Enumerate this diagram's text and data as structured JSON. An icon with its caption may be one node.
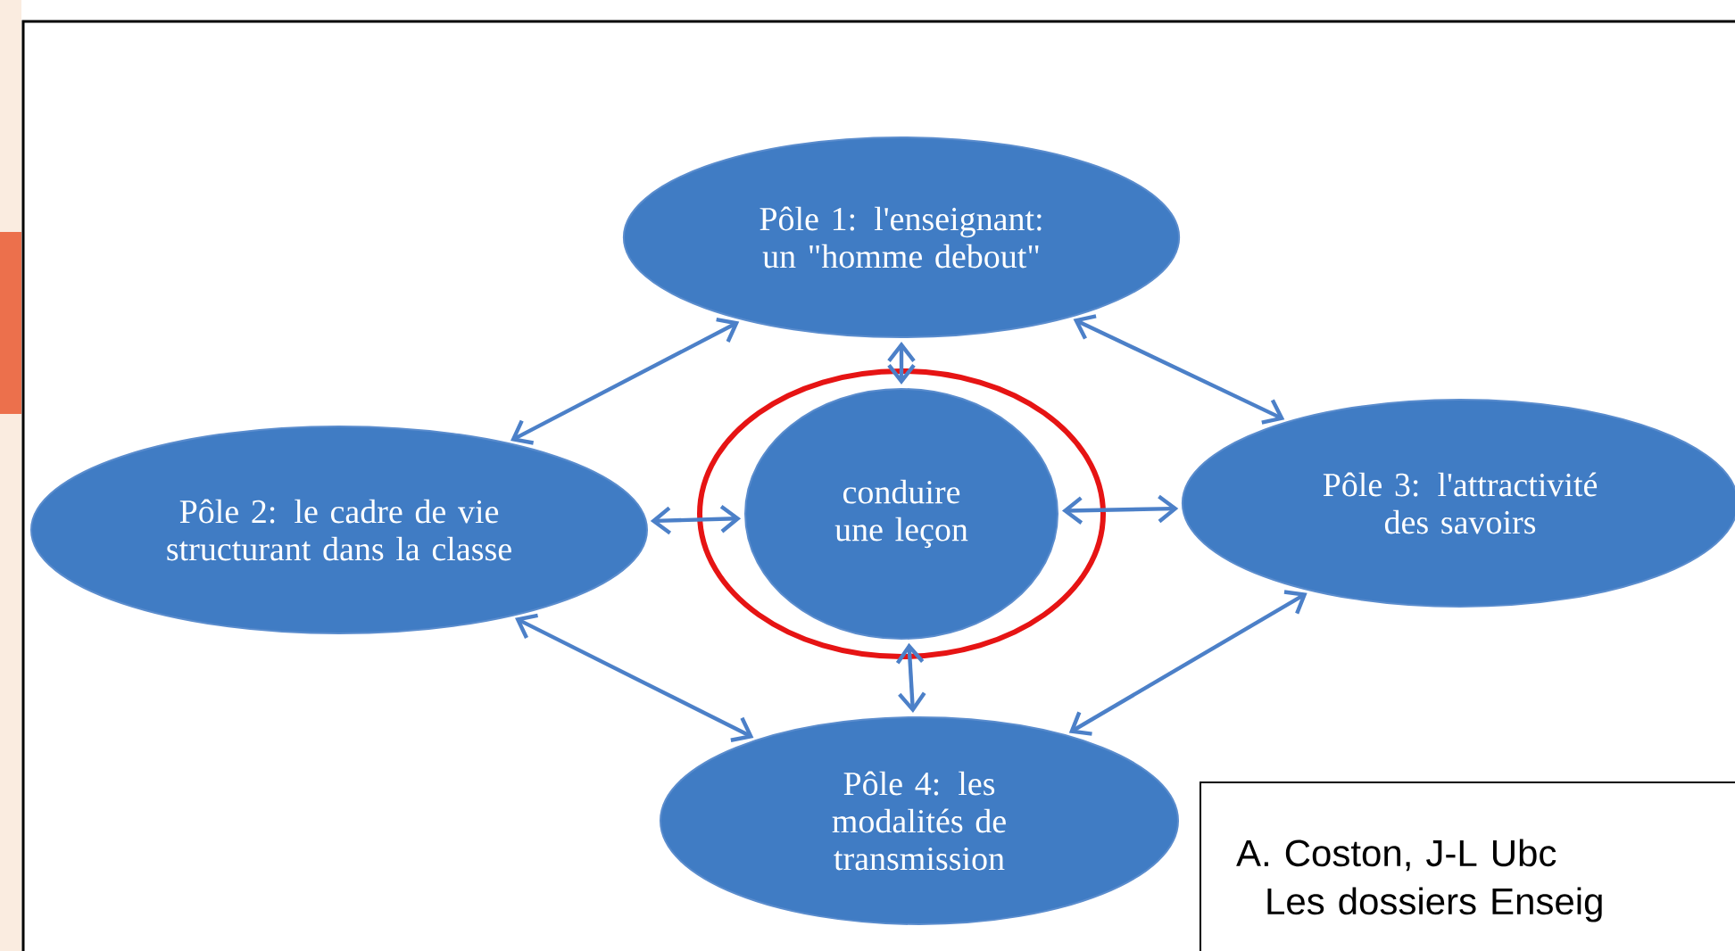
{
  "diagram": {
    "nodes": [
      {
        "text": [
          "Pôle 1: l'enseignant: un \"homme debout\""
        ]
      },
      {
        "text": [
          "Pôle 2: le cadre de vie structurant dans la classe"
        ]
      },
      {
        "text": [
          "conduire une leçon"
        ]
      },
      {
        "text": [
          "Pôle 3: l'attractivité des savoirs"
        ]
      },
      {
        "text": [
          "Pôle 4: les modalités de transmission"
        ]
      },
      {
        "text": [
          "A. Coston, J-L Ubc",
          "Les dossiers Enseig"
        ]
      }
    ],
    "edges": [
      {
        "from": 0,
        "to": 1,
        "arrow": "both"
      },
      {
        "from": 0,
        "to": 2,
        "arrow": "both"
      },
      {
        "from": 0,
        "to": 3,
        "arrow": "both"
      },
      {
        "from": 1,
        "to": 2,
        "arrow": "both"
      },
      {
        "from": 2,
        "to": 3,
        "arrow": "both"
      },
      {
        "from": 1,
        "to": 4,
        "arrow": "both"
      },
      {
        "from": 2,
        "to": 4,
        "arrow": "both"
      },
      {
        "from": 3,
        "to": 4,
        "arrow": "both"
      }
    ]
  }
}
